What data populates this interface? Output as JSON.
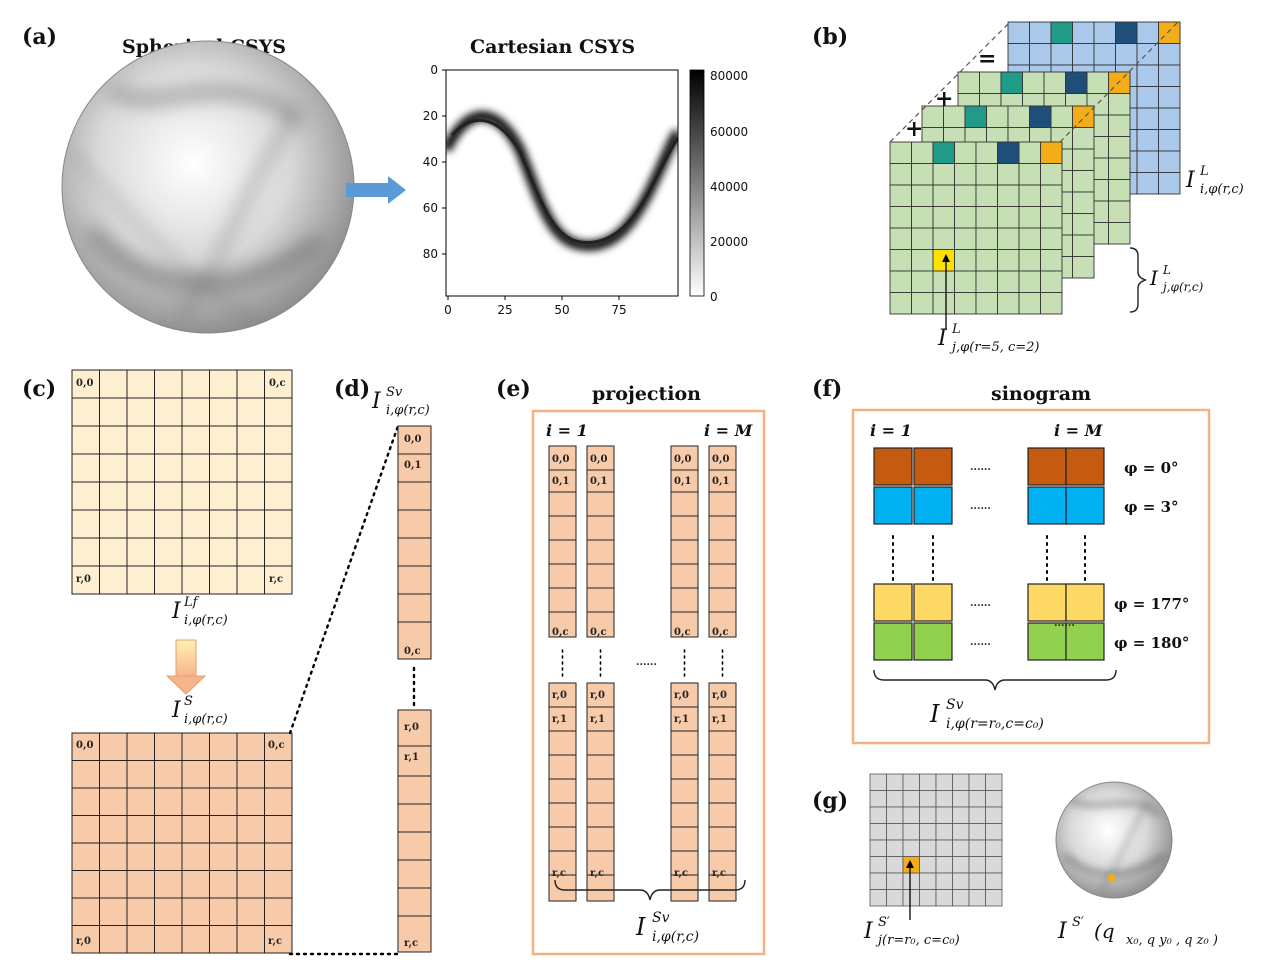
{
  "panels": {
    "a": {
      "label": "(a)",
      "title_left": "Spherical CSYS",
      "title_right": "Cartesian  CSYS",
      "x_ticks": [
        "0",
        "25",
        "50",
        "75"
      ],
      "y_ticks": [
        "0",
        "20",
        "40",
        "60",
        "80"
      ],
      "colorbar_ticks": [
        "80000",
        "60000",
        "40000",
        "20000",
        "0"
      ]
    },
    "b": {
      "label": "(b)",
      "ops": [
        "=",
        "+",
        "+"
      ],
      "label_top": "I",
      "label_top_sup": "L",
      "label_top_sub": "i,φ(r,c)",
      "label_mid": "I",
      "label_mid_sup": "L",
      "label_mid_sub": "j,φ(r,c)",
      "label_bot": "I",
      "label_bot_sup": "L",
      "label_bot_sub": "j,φ(r=5, c=2)"
    },
    "c": {
      "label": "(c)",
      "corners": [
        "0,0",
        "0,c",
        "r,0",
        "r,c"
      ],
      "label_top": "I",
      "label_top_sup": "Lf",
      "label_top_sub": "i,φ(r,c)",
      "label_bottom": "I",
      "label_bottom_sup": "S",
      "label_bottom_sub": "i,φ(r,c)"
    },
    "d": {
      "label": "(d)",
      "math": "I",
      "math_sup": "Sv",
      "math_sub": "i,φ(r,c)",
      "top_cells": [
        "0,0",
        "0,1",
        "0,c"
      ],
      "bottom_cells": [
        "r,0",
        "r,1",
        "r,c"
      ]
    },
    "e": {
      "label": "(e)",
      "title": "projection",
      "i_first": "i = 1",
      "i_last": "i = M",
      "top_cells": [
        "0,0",
        "0,1",
        "0,c"
      ],
      "bottom_cells": [
        "r,0",
        "r,1",
        "r,c"
      ],
      "dots": "......",
      "math": "I",
      "math_sup": "Sv",
      "math_sub": "i,φ(r,c)"
    },
    "f": {
      "label": "(f)",
      "title": "sinogram",
      "i_first": "i = 1",
      "i_last": "i = M",
      "phis": [
        "φ = 0°",
        "φ = 3°",
        "φ = 177°",
        "φ = 180°"
      ],
      "dots": "......",
      "math": "I",
      "math_sup": "Sv",
      "math_sub": "i,φ(r=r₀,c=c₀)"
    },
    "g": {
      "label": "(g)",
      "left_math": "I",
      "left_sup": "S′",
      "left_sub": "j(r=r₀, c=c₀)",
      "right_math": "I",
      "right_sup": "S′",
      "right_rest": "(q",
      "right_args": "x₀,  q y₀ , q z₀ )"
    }
  },
  "colors": {
    "green_cell": "#c6dfb4",
    "blue_cell": "#a9c8ea",
    "teal": "#1f9b87",
    "navy": "#1f4e79",
    "orange_mark": "#f2ad19",
    "yellow_mark": "#ffe100",
    "cream_cell": "#fdefcf",
    "salmon_cell": "#f7cbaa",
    "box_border": "#f4b183",
    "sino_orange": "#c55a11",
    "sino_blue": "#00b0f0",
    "sino_yellow": "#ffd966",
    "sino_green": "#92d050",
    "arrow_blue": "#5b9bd5",
    "grey_cell": "#d9d9d9"
  }
}
